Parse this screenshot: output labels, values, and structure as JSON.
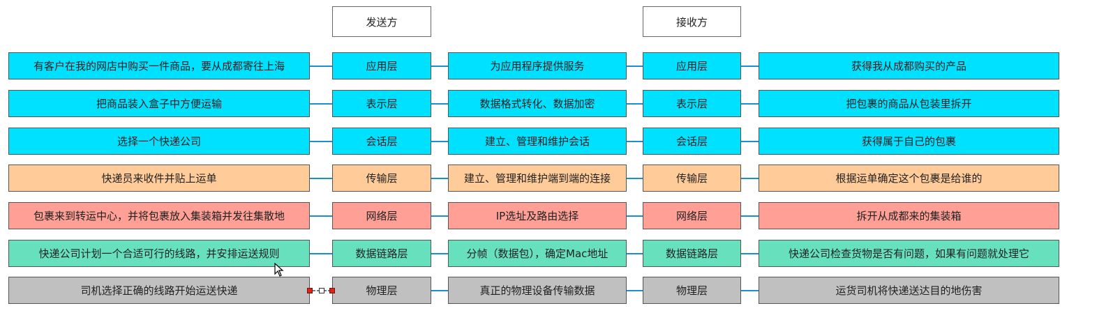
{
  "headers": {
    "sender": "发送方",
    "receiver": "接收方"
  },
  "rows": [
    {
      "example_send": "有客户在我的网店中购买一件商品，要从成都寄往上海",
      "layer": "应用层",
      "function": "为应用程序提供服务",
      "example_recv": "获得我从成都购买的产品",
      "color": "#00e0ff"
    },
    {
      "example_send": "把商品装入盒子中方便运输",
      "layer": "表示层",
      "function": "数据格式转化、数据加密",
      "example_recv": "把包裹的商品从包装里拆开",
      "color": "#00e0ff"
    },
    {
      "example_send": "选择一个快递公司",
      "layer": "会话层",
      "function": "建立、管理和维护会话",
      "example_recv": "获得属于自己的包裹",
      "color": "#00e0ff"
    },
    {
      "example_send": "快递员来收件并贴上运单",
      "layer": "传输层",
      "function": "建立、管理和维护端到端的连接",
      "example_recv": "根据运单确定这个包裹是给谁的",
      "color": "#ffcc99"
    },
    {
      "example_send": "包裹来到转运中心，并将包裹放入集装箱并发往集散地",
      "layer": "网络层",
      "function": "IP选址及路由选择",
      "example_recv": "拆开从成都来的集装箱",
      "color": "#ff9f96"
    },
    {
      "example_send": "快递公司计划一个合适可行的线路，并安排运送规则",
      "layer": "数据链路层",
      "function": "分帧（数据包），确定Mac地址",
      "example_recv": "快递公司检查货物是否有问题，如果有问题就处理它",
      "color": "#66e0bd"
    },
    {
      "example_send": "司机选择正确的线路开始运送快递",
      "layer": "物理层",
      "function": "真正的物理设备传输数据",
      "example_recv": "运货司机将快递送达目的地伤害",
      "color": "#c0c0c0"
    }
  ],
  "colors": {
    "connector": "#1a8fd0",
    "border": "#555555"
  }
}
